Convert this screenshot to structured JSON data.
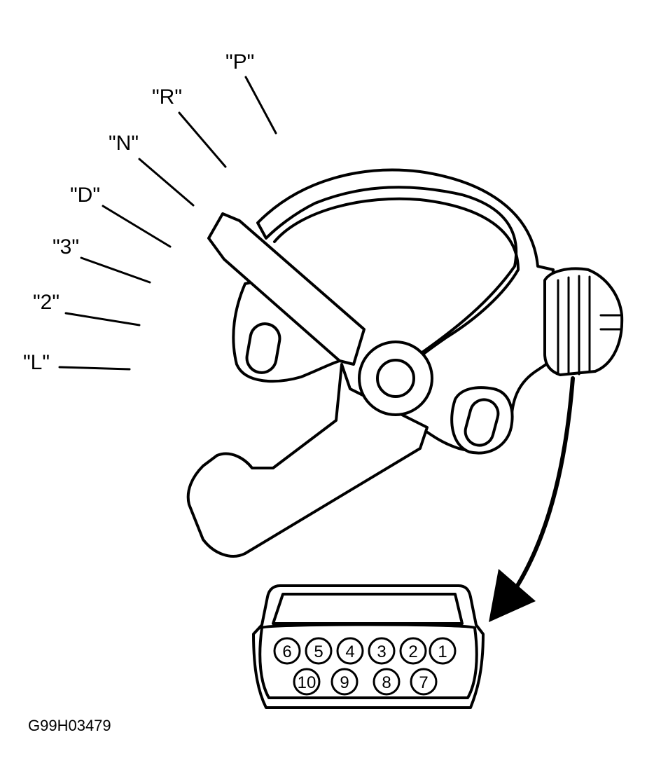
{
  "positions": [
    {
      "key": "p",
      "label": "\"P\""
    },
    {
      "key": "r",
      "label": "\"R\""
    },
    {
      "key": "n",
      "label": "\"N\""
    },
    {
      "key": "d",
      "label": "\"D\""
    },
    {
      "key": "3",
      "label": "\"3\""
    },
    {
      "key": "2",
      "label": "\"2\""
    },
    {
      "key": "l",
      "label": "\"L\""
    }
  ],
  "connector": {
    "top_row": [
      "6",
      "5",
      "4",
      "3",
      "2",
      "1"
    ],
    "bottom_row": [
      "10",
      "9",
      "8",
      "7"
    ]
  },
  "figure_code": "G99H03479"
}
